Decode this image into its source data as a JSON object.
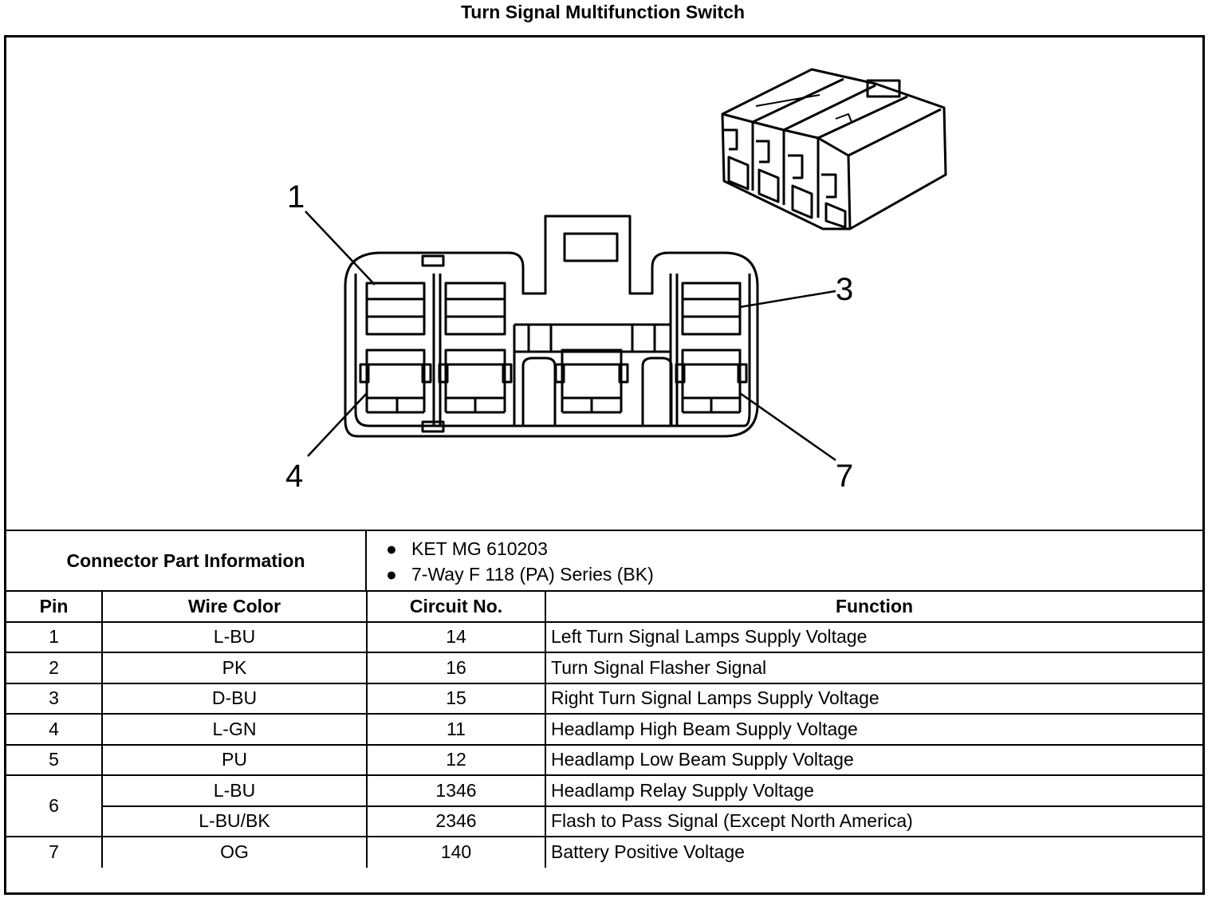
{
  "title": "Turn Signal Multifunction Switch",
  "diagram": {
    "pin_labels": [
      "1",
      "3",
      "4",
      "7"
    ]
  },
  "connector_info": {
    "heading": "Connector Part Information",
    "items": [
      "KET MG 610203",
      "7-Way F 118 (PA) Series (BK)"
    ],
    "bullet": "●"
  },
  "table": {
    "headers": {
      "pin": "Pin",
      "wire_color": "Wire Color",
      "circuit": "Circuit No.",
      "function": "Function"
    },
    "rows": [
      {
        "pin": "1",
        "wire_color": "L-BU",
        "circuit": "14",
        "function": "Left Turn Signal Lamps Supply Voltage"
      },
      {
        "pin": "2",
        "wire_color": "PK",
        "circuit": "16",
        "function": "Turn Signal Flasher Signal"
      },
      {
        "pin": "3",
        "wire_color": "D-BU",
        "circuit": "15",
        "function": "Right Turn Signal Lamps Supply Voltage"
      },
      {
        "pin": "4",
        "wire_color": "L-GN",
        "circuit": "11",
        "function": "Headlamp High Beam Supply Voltage"
      },
      {
        "pin": "5",
        "wire_color": "PU",
        "circuit": "12",
        "function": "Headlamp Low Beam Supply Voltage"
      },
      {
        "pin": "6",
        "wire_color": "L-BU",
        "circuit": "1346",
        "function": "Headlamp Relay Supply Voltage"
      },
      {
        "pin": "",
        "wire_color": "L-BU/BK",
        "circuit": "2346",
        "function": "Flash to Pass Signal (Except North America)"
      },
      {
        "pin": "7",
        "wire_color": "OG",
        "circuit": "140",
        "function": "Battery Positive Voltage"
      }
    ]
  }
}
